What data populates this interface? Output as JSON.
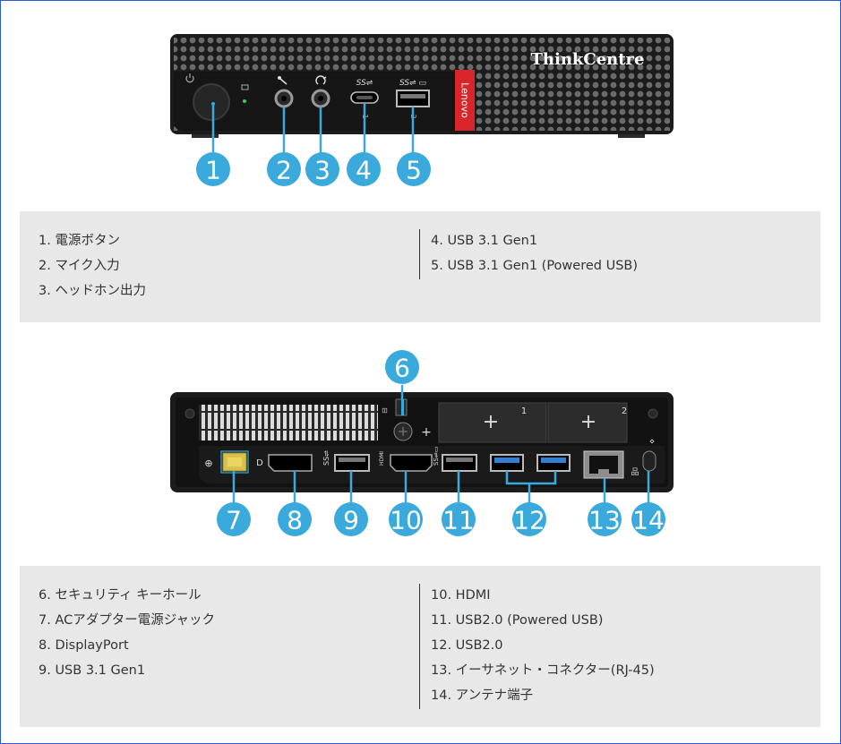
{
  "front": {
    "brand_label": "ThinkCentre",
    "side_label": "Lenovo",
    "port_small_labels": [
      "1",
      "2"
    ],
    "callouts": [
      "1",
      "2",
      "3",
      "4",
      "5"
    ],
    "legend": {
      "left": [
        "1. 電源ボタン",
        "2. マイク入力",
        "3. ヘッドホン出力"
      ],
      "right": [
        "4. USB 3.1 Gen1",
        "5. USB 3.1 Gen1 (Powered USB)"
      ]
    }
  },
  "rear": {
    "expansion_labels": [
      "1",
      "2"
    ],
    "callouts": [
      "6",
      "7",
      "8",
      "9",
      "10",
      "11",
      "12",
      "13",
      "14"
    ],
    "legend": {
      "left": [
        "6. セキュリティ キーホール",
        "7. ACアダプター電源ジャック",
        "8. DisplayPort",
        "9. USB 3.1 Gen1"
      ],
      "right": [
        "10. HDMI",
        "11. USB2.0 (Powered USB)",
        "12. USB2.0",
        "13. イーサネット・コネクター(RJ-45)",
        "14. アンテナ端子"
      ]
    }
  },
  "colors": {
    "callout": "#3aa9dc",
    "chassis": "#1c1c1c",
    "lenovo_red": "#d8262b",
    "usb3_blue": "#2f7fd6",
    "dc_yellow": "#d8c04a",
    "legend_bg": "#e8e8e8",
    "frame": "#2b5bd1"
  },
  "icons": [
    "power-icon",
    "mic-icon",
    "headphone-icon",
    "usb-ss-icon",
    "usb-c-icon",
    "displayport-icon",
    "hdmi-icon",
    "ethernet-icon",
    "antenna-icon",
    "lock-icon"
  ]
}
